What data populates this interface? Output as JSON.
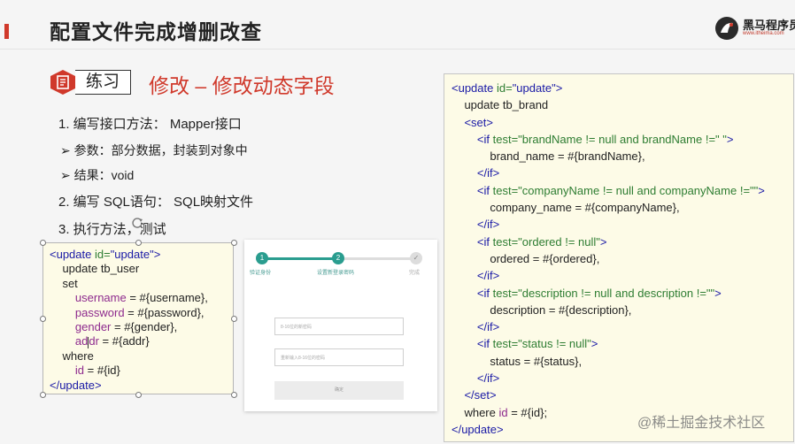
{
  "slide": {
    "title": "配置文件完成增删改查",
    "logo": {
      "brand": "黑马程序员",
      "url": "www.itheima.com"
    },
    "exercise_label": "练习",
    "heading": "修改 – 修改动态字段"
  },
  "steps": [
    {
      "text": "1.   编写接口方法：  Mapper接口"
    },
    {
      "text": "➢   参数：部分数据，封装到对象中"
    },
    {
      "text": "➢   结果：void"
    },
    {
      "text": "2.   编写 SQL语句：  SQL映射文件"
    },
    {
      "text": "3.   执行方法，测试"
    }
  ],
  "left_code": {
    "l1_tag_open": "<update ",
    "l1_attr": "id=",
    "l1_val": "\"update\"",
    "l1_close": ">",
    "l2": "    update tb_user",
    "l3": "    set",
    "l4_prop": "username",
    "l4_rest": " = #{username},",
    "l5_prop": "password",
    "l5_rest": " = #{password},",
    "l6_prop": "gender",
    "l6_rest": " = #{gender},",
    "l7_prop_a": "ad",
    "l7_prop_b": "dr",
    "l7_rest": " = #{addr}",
    "l8": "    where",
    "l9_prop": "id",
    "l9_rest": " = #{id}",
    "l10": "</update>"
  },
  "mock_form": {
    "step1_label": "验证身份",
    "step2_label": "设置新登录密码",
    "step3_label": "完成",
    "step1_num": "1",
    "step2_num": "2",
    "step3_mark": "✓",
    "input1_placeholder": "8-16位的新密码",
    "input2_placeholder": "重新输入8-16位的密码",
    "submit_label": "确定"
  },
  "right_code": {
    "r1_tag": "<update ",
    "r1_attr": "id=",
    "r1_val": "\"update\"",
    "r1_end": ">",
    "r2": "update tb_brand",
    "r3": "<set>",
    "r4_tag": "<if ",
    "r4_attr": "test=",
    "r4_val": "\"brandName != null and brandName !=\" \"",
    "r4_end": ">",
    "r5": "brand_name = #{brandName},",
    "r6": "</if>",
    "r7_tag": "<if ",
    "r7_attr": "test=",
    "r7_val": "\"companyName != null and companyName !=\"\"",
    "r7_end": ">",
    "r8": "company_name = #{companyName},",
    "r9": "</if>",
    "r10_tag": "<if ",
    "r10_attr": "test=",
    "r10_val": "\"ordered != null\"",
    "r10_end": ">",
    "r11": "ordered = #{ordered},",
    "r12": "</if>",
    "r13_tag": "<if ",
    "r13_attr": "test=",
    "r13_val": "\"description != null and description !=\"\"",
    "r13_end": ">",
    "r14": "description = #{description},",
    "r15": "</if>",
    "r16_tag": "<if ",
    "r16_attr": "test=",
    "r16_val": "\"status != null\"",
    "r16_end": ">",
    "r17": "status = #{status},",
    "r18": "</if>",
    "r19": "</set>",
    "r20_a": "where ",
    "r20_b": "id",
    "r20_c": " = #{id};",
    "r21": "</update>"
  },
  "watermark": "@稀土掘金技术社区",
  "colors": {
    "accent_red": "#d0392b",
    "step_teal": "#2a9d8f",
    "code_bg": "#fdfbe7"
  }
}
